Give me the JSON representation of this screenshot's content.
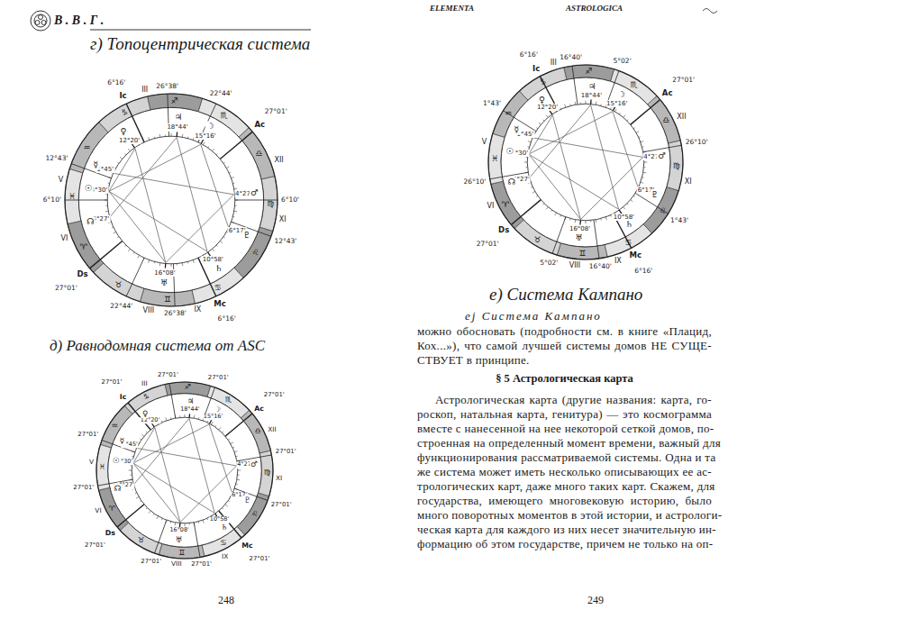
{
  "diagram": {
    "labels": [
      "В . В . Г .",
      "ELEMENTA",
      "ASTROLOGICA",
      "г) Топоцентрическая система",
      "д) Равнодомная система от ASC",
      "е) Система Кампано",
      "ej Система Кампано",
      "можно обосновать (подробности см. в книге «Плацид,",
      "Кох...»), что самой лучшей системы домов НЕ СУЩЕ-",
      "СТВУЕТ в принципе.",
      "§ 5 Астрологическая карта",
      "Астрологическая карта (другие названия: карта, го-",
      "роскоп, натальная карта, генитура) — это космограмма",
      "вместе с нанесенной на нее некоторой сеткой домов, по-",
      "строенная на определенный момент времени, важный для",
      "функционирования рассматриваемой системы. Одна и та",
      "же система может иметь несколько описывающих ее ас-",
      "трологических карт, даже много таких карт. Скажем, для",
      "государства, имеющего многовековую историю, было",
      "много поворотных моментов в этой истории, и астрологи-",
      "ческая карта для каждого из них несет значительную ин-",
      "формацию об этом государстве, причем не только на оп-",
      "248",
      "249",
      "27°01'",
      "22°44'",
      "26°38'",
      "6°16'",
      "12°43'",
      "6°10'",
      "27°01'",
      "22°44'",
      "26°38'",
      "6°16'",
      "12°43'",
      "6°10'",
      "Ac",
      "Ic",
      "Ds",
      "Mc",
      "III",
      "V",
      "VI",
      "VIII",
      "IX",
      "XI",
      "XII",
      "♈",
      "♉",
      "♊",
      "♋",
      "♌",
      "♍",
      "♎",
      "♏",
      "♐",
      "♑",
      "♒",
      "♓",
      "18°44'",
      "♃",
      "15°16'",
      "☽",
      "12°20'",
      "♀",
      "1°45'",
      "☿",
      "4°30'",
      "☉",
      "4°27'",
      "☊",
      "4°27'",
      "♂",
      "6°17'",
      "♇",
      "10°58'",
      "♄",
      "16°08'",
      "♅",
      "27°01'",
      "27°01'",
      "27°01'",
      "27°01'",
      "27°01'",
      "27°01'",
      "27°01'",
      "27°01'",
      "27°01'",
      "27°01'",
      "27°01'",
      "27°01'",
      "Ac",
      "Ic",
      "Ds",
      "Mc",
      "III",
      "V",
      "VI",
      "VIII",
      "IX",
      "XI",
      "XII",
      "♈",
      "♉",
      "♊",
      "♋",
      "♌",
      "♍",
      "♎",
      "♏",
      "♐",
      "♑",
      "♒",
      "♓",
      "18°44'",
      "♃",
      "15°16'",
      "☽",
      "12°20'",
      "♀",
      "1°45'",
      "☿",
      "4°30'",
      "☉",
      "4°27'",
      "☊",
      "4°27'",
      "♂",
      "6°17'",
      "♇",
      "10°58'",
      "♄",
      "16°08'",
      "♅",
      "27°01'",
      "5°02'",
      "16°40'",
      "6°16'",
      "1°43'",
      "26°10'",
      "27°01'",
      "5°02'",
      "16°40'",
      "6°16'",
      "1°43'",
      "26°10'",
      "Ac",
      "Ic",
      "Ds",
      "Mc",
      "III",
      "V",
      "VI",
      "VIII",
      "IX",
      "XI",
      "XII",
      "♈",
      "♉",
      "♊",
      "♋",
      "♌",
      "♍",
      "♎",
      "♏",
      "♐",
      "♑",
      "♒",
      "♓",
      "18°44'",
      "♃",
      "15°16'",
      "☽",
      "12°20'",
      "♀",
      "1°45'",
      "☿",
      "4°30'",
      "☉",
      "4°27'",
      "☊",
      "4°27'",
      "♂",
      "6°17'",
      "♇",
      "10°58'",
      "♄",
      "16°08'",
      "♅"
    ]
  }
}
